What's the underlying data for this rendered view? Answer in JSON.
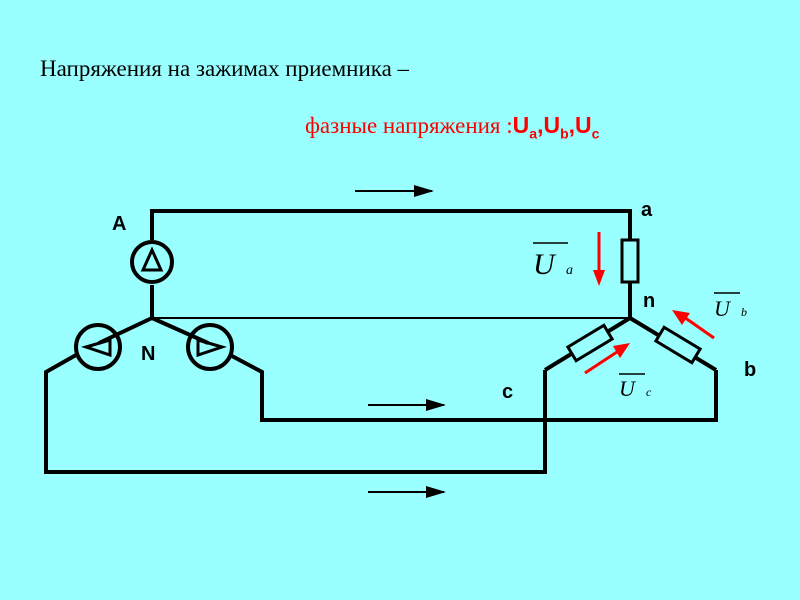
{
  "title": "Напряжения на зажимах приемника –",
  "subtitle": {
    "prefix": "фазные напряжения :",
    "u1": "U",
    "s1": "a",
    "u2": "U",
    "s2": "b",
    "u3": "U",
    "s3": "c",
    "sep": ","
  },
  "nodes": {
    "A": "A",
    "N": "N",
    "a": "a",
    "n": "n",
    "b": "b",
    "c": "c"
  },
  "voltages": {
    "ua": {
      "u": "U",
      "sub": "a"
    },
    "ub": {
      "u": "U",
      "sub": "b"
    },
    "uc": {
      "u": "U",
      "sub": "c"
    }
  },
  "colors": {
    "background": "#99ffff",
    "wire": "#000000",
    "arrow_red": "#ff0000",
    "title": "#000000",
    "subtitle": "#ff0000"
  }
}
